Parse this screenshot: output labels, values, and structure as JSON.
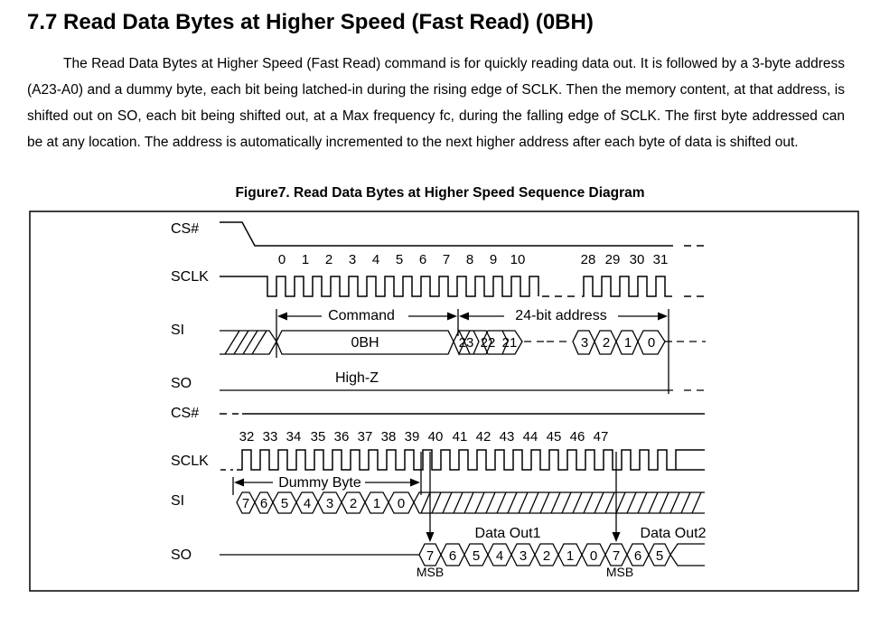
{
  "section": {
    "heading": "7.7 Read Data Bytes at Higher Speed (Fast Read) (0BH)",
    "paragraph": "The Read Data Bytes at Higher Speed (Fast Read) command is for quickly reading data out. It is followed by a 3-byte address (A23-A0) and a dummy byte, each bit being latched-in during the rising edge of SCLK. Then the memory content, at that address, is shifted out on SO, each bit being shifted out, at a Max frequency fc, during the falling edge of SCLK. The first byte addressed can be at any location. The address is automatically incremented to the next higher address after each byte of data is shifted out."
  },
  "figure": {
    "caption": "Figure7. Read Data Bytes at Higher Speed Sequence Diagram",
    "signals": {
      "cs": "CS#",
      "sclk": "SCLK",
      "si": "SI",
      "so": "SO",
      "cs2": "CS#",
      "sclk2": "SCLK",
      "si2": "SI",
      "so2": "SO"
    },
    "clock_numbers_top": [
      "0",
      "1",
      "2",
      "3",
      "4",
      "5",
      "6",
      "7",
      "8",
      "9",
      "10"
    ],
    "clock_numbers_top_end": [
      "28",
      "29",
      "30",
      "31"
    ],
    "clock_numbers_bottom": [
      "32",
      "33",
      "34",
      "35",
      "36",
      "37",
      "38",
      "39",
      "40",
      "41",
      "42",
      "43",
      "44",
      "45",
      "46",
      "47"
    ],
    "labels": {
      "command": "Command",
      "address": "24-bit address",
      "opcode": "0BH",
      "high_z": "High-Z",
      "dummy": "Dummy Byte",
      "data_out1": "Data Out1",
      "data_out2": "Data Out2",
      "msb1": "MSB",
      "msb2": "MSB"
    },
    "address_bits_start": [
      "23",
      "22",
      "21"
    ],
    "address_bits_end": [
      "3",
      "2",
      "1",
      "0"
    ],
    "dummy_bits": [
      "7",
      "6",
      "5",
      "4",
      "3",
      "2",
      "1",
      "0"
    ],
    "data_out1_bits": [
      "7",
      "6",
      "5",
      "4",
      "3",
      "2",
      "1",
      "0"
    ],
    "data_out2_bits": [
      "7",
      "6",
      "5"
    ]
  }
}
